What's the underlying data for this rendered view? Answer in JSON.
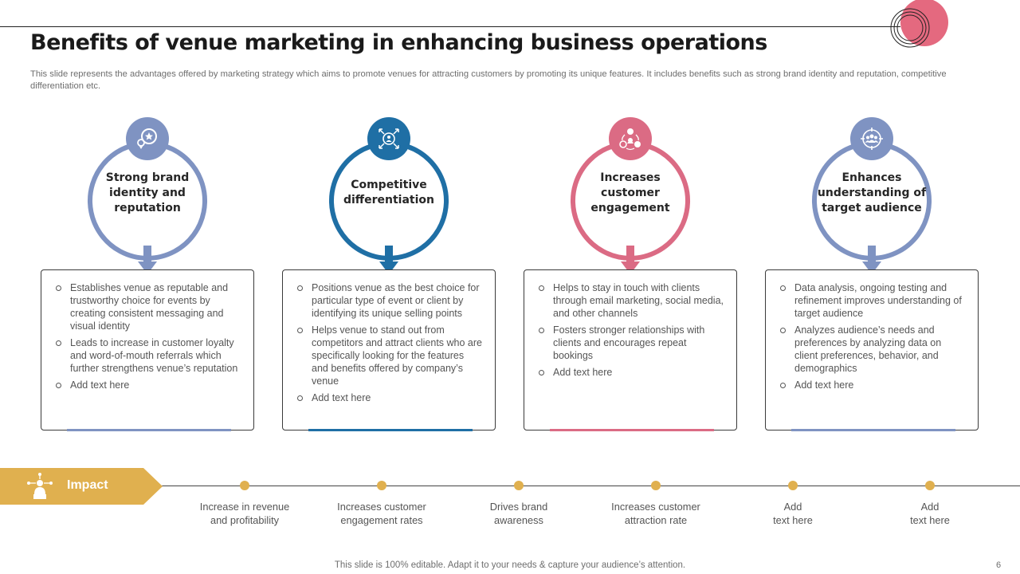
{
  "title": "Benefits of venue marketing in enhancing business operations",
  "subtitle": "This slide represents the advantages offered by marketing strategy which aims to promote venues for attracting customers by promoting its unique features. It includes benefits such as strong brand identity and reputation, competitive differentiation etc.",
  "colors": {
    "slate": "#7F93C2",
    "blue": "#1F6FA5",
    "pink": "#DB6B84",
    "gold": "#E0B04F",
    "pink_deco": "#E4697F"
  },
  "benefits": [
    {
      "label": "Strong brand identity and reputation",
      "icon": "star-badge-icon",
      "bullets": [
        "Establishes venue as reputable and trustworthy choice for events by creating consistent messaging and visual identity",
        "Leads to increase in customer loyalty and word-of-mouth referrals which further strengthens venue’s reputation",
        "Add text here"
      ]
    },
    {
      "label": "Competitive differentiation",
      "icon": "person-arrows-icon",
      "bullets": [
        "Positions venue as the best choice for particular type of event or client by identifying its unique selling points",
        "Helps venue to stand out from competitors and attract clients who are specifically looking for the features and benefits offered by company’s venue",
        "Add text here"
      ]
    },
    {
      "label": "Increases customer engagement",
      "icon": "engagement-network-icon",
      "bullets": [
        "Helps to stay in touch with clients through email marketing, social media, and other channels",
        "Fosters stronger relationships with clients and encourages repeat bookings",
        "Add text here"
      ]
    },
    {
      "label": "Enhances understanding of target audience",
      "icon": "target-audience-icon",
      "bullets": [
        "Data analysis, ongoing testing and refinement improves understanding of target audience",
        "Analyzes audience’s needs and preferences by analyzing data on client preferences, behavior, and demographics",
        "Add text here"
      ]
    }
  ],
  "impact": {
    "label": "Impact",
    "icon": "presenter-network-icon",
    "items": [
      [
        "Increase in revenue",
        "and profitability"
      ],
      [
        "Increases customer",
        "engagement rates"
      ],
      [
        "Drives brand",
        "awareness"
      ],
      [
        "Increases customer",
        "attraction rate"
      ],
      [
        "Add",
        "text here"
      ],
      [
        "Add",
        "text here"
      ]
    ]
  },
  "footer": "This slide is 100% editable. Adapt it to your needs & capture your audience’s attention.",
  "page_number": "6"
}
